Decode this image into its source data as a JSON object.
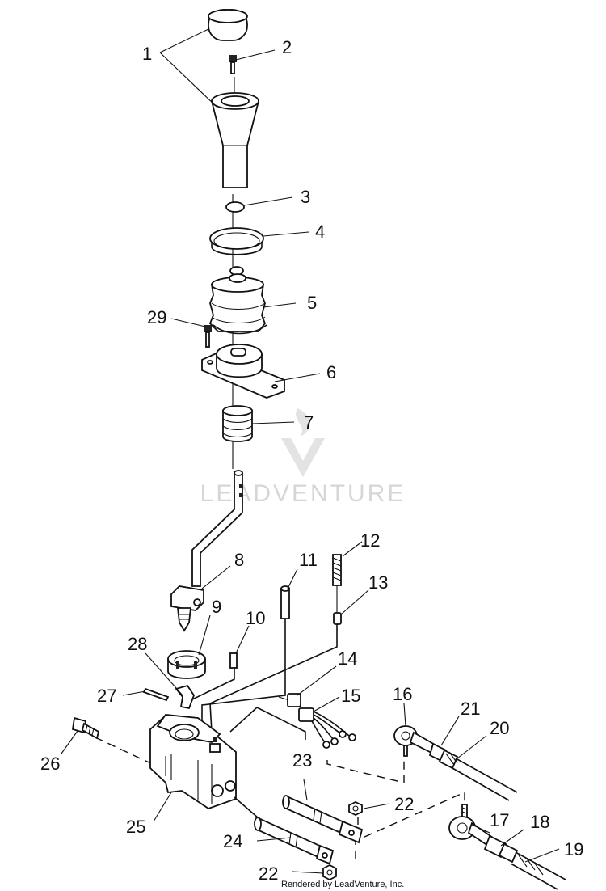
{
  "callouts": [
    {
      "id": "1",
      "text": "1"
    },
    {
      "id": "2",
      "text": "2"
    },
    {
      "id": "3",
      "text": "3"
    },
    {
      "id": "4",
      "text": "4"
    },
    {
      "id": "5",
      "text": "5"
    },
    {
      "id": "6",
      "text": "6"
    },
    {
      "id": "7",
      "text": "7"
    },
    {
      "id": "8",
      "text": "8"
    },
    {
      "id": "9",
      "text": "9"
    },
    {
      "id": "10",
      "text": "10"
    },
    {
      "id": "11",
      "text": "11"
    },
    {
      "id": "12",
      "text": "12"
    },
    {
      "id": "13",
      "text": "13"
    },
    {
      "id": "14",
      "text": "14"
    },
    {
      "id": "15",
      "text": "15"
    },
    {
      "id": "16",
      "text": "16"
    },
    {
      "id": "17",
      "text": "17"
    },
    {
      "id": "18",
      "text": "18"
    },
    {
      "id": "19",
      "text": "19"
    },
    {
      "id": "20",
      "text": "20"
    },
    {
      "id": "21",
      "text": "21"
    },
    {
      "id": "22a",
      "text": "22"
    },
    {
      "id": "22b",
      "text": "22"
    },
    {
      "id": "23",
      "text": "23"
    },
    {
      "id": "24",
      "text": "24"
    },
    {
      "id": "25",
      "text": "25"
    },
    {
      "id": "26",
      "text": "26"
    },
    {
      "id": "27",
      "text": "27"
    },
    {
      "id": "28",
      "text": "28"
    },
    {
      "id": "29",
      "text": "29"
    }
  ],
  "watermark": "LEADVENTURE",
  "credit": "Rendered by LeadVenture, Inc."
}
